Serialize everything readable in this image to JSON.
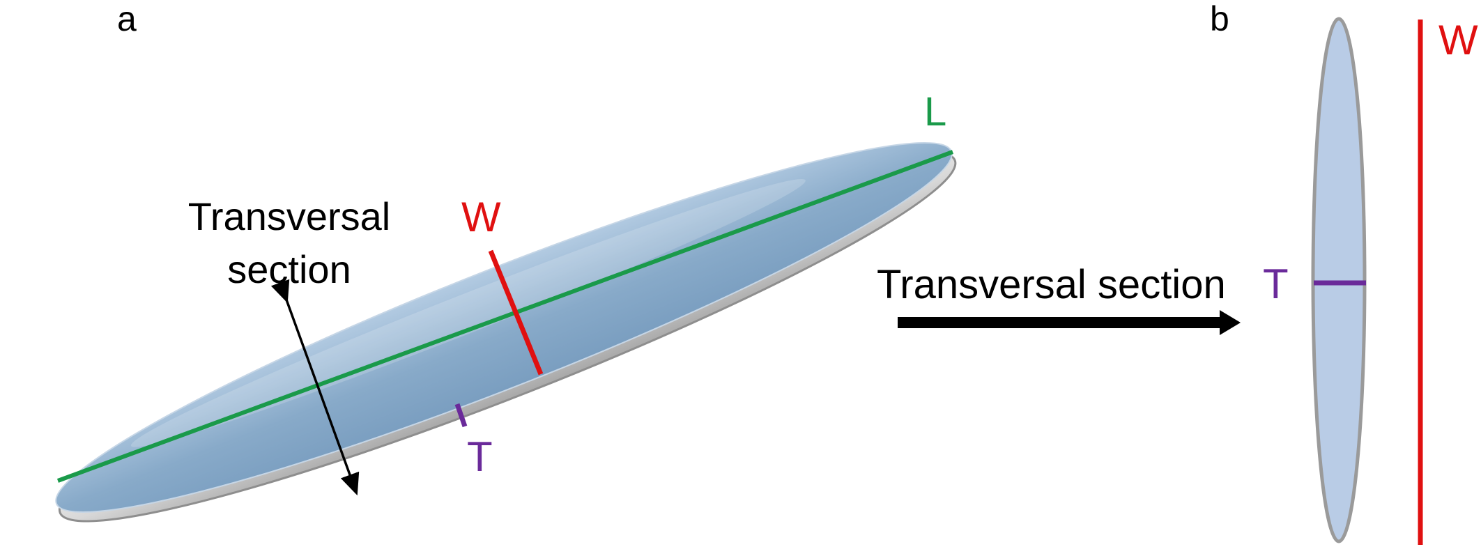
{
  "panel_a": {
    "label": "a",
    "transversal_label_line1": "Transversal",
    "transversal_label_line2": "section",
    "dimension_labels": {
      "length": "L",
      "width": "W",
      "thickness": "T"
    }
  },
  "panel_b": {
    "label": "b",
    "arrow_label": "Transversal section",
    "dimension_labels": {
      "width": "W",
      "thickness": "T"
    }
  },
  "colors": {
    "length": "#1a9a4a",
    "width": "#e01010",
    "thickness": "#6a2a9a",
    "body_fill": "#8fb1cf",
    "section_fill": "#b9cce6",
    "outline": "#9a9a9a",
    "arrow": "#000000"
  }
}
